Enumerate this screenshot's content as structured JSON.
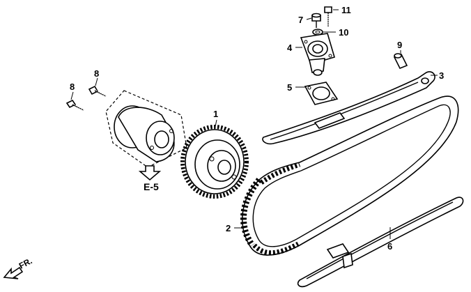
{
  "parts": [
    {
      "num": "1",
      "name": "cam sprocket"
    },
    {
      "num": "2",
      "name": "cam chain"
    },
    {
      "num": "3",
      "name": "tensioner slipper"
    },
    {
      "num": "4",
      "name": "tensioner lifter"
    },
    {
      "num": "5",
      "name": "gasket"
    },
    {
      "num": "6",
      "name": "guide roller / chain guide"
    },
    {
      "num": "7",
      "name": "washer bolt"
    },
    {
      "num": "8",
      "name": "bolt"
    },
    {
      "num": "9",
      "name": "pin"
    },
    {
      "num": "10",
      "name": "sealing washer"
    },
    {
      "num": "11",
      "name": "bolt"
    }
  ],
  "labels": {
    "p1": "1",
    "p2": "2",
    "p3": "3",
    "p4": "4",
    "p5": "5",
    "p6": "6",
    "p7": "7",
    "p8a": "8",
    "p8b": "8",
    "p9": "9",
    "p10": "10",
    "p11": "11"
  },
  "ref": {
    "section": "E-5"
  },
  "direction": {
    "label": "FR."
  }
}
